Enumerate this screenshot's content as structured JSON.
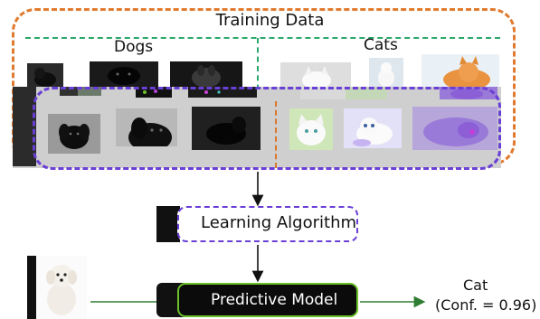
{
  "diagram": {
    "training_title": "Training Data",
    "dogs_label": "Dogs",
    "cats_label": "Cats",
    "learning_algorithm": "Learning Algorithm",
    "predictive_model": "Predictive Model",
    "output_label": "Cat",
    "output_confidence": "(Conf. = 0.96)"
  },
  "colors": {
    "training_border": "#e07a2e",
    "divider_green": "#2aa86a",
    "glitch_purple": "#6a3fd6",
    "model_border": "#6cc02a",
    "arrow_green": "#2e7d32"
  },
  "images": [
    {
      "name": "dog-photo-small-1",
      "subject": "dog"
    },
    {
      "name": "dog-photo-small-2",
      "subject": "dog"
    },
    {
      "name": "dog-photo-small-3",
      "subject": "dog"
    },
    {
      "name": "cat-photo-small-1",
      "subject": "cat"
    },
    {
      "name": "cat-photo-small-2",
      "subject": "cat"
    },
    {
      "name": "cat-photo-small-3",
      "subject": "cat"
    },
    {
      "name": "dog-photo-1",
      "subject": "dog"
    },
    {
      "name": "dog-photo-2",
      "subject": "dog"
    },
    {
      "name": "dog-photo-3",
      "subject": "dog"
    },
    {
      "name": "cat-photo-1",
      "subject": "cat"
    },
    {
      "name": "cat-photo-2",
      "subject": "cat"
    },
    {
      "name": "cat-photo-3",
      "subject": "cat"
    },
    {
      "name": "test-dog-photo",
      "subject": "dog"
    }
  ]
}
